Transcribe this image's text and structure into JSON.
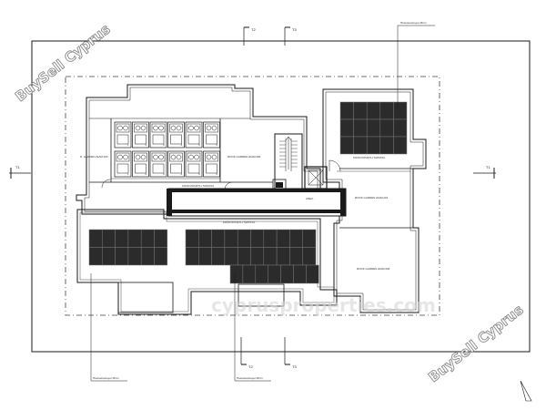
{
  "watermarks": {
    "top_left": "BuySell Cyprus",
    "bottom_right": "BuySell Cyprus",
    "center": "cyprusproperties.com"
  },
  "section_markers": {
    "left": "T1",
    "right": "T1",
    "top_a": "T2",
    "top_b": "T3",
    "bottom_a": "T2",
    "bottom_b": "T3"
  },
  "room_labels": {
    "roof_garden_left": "R. GARDEN ΔΙΑΜ.203",
    "roof_garden_mid": "ROOF GARDEN ΔΙΑΜ.200",
    "common_terrace_corridor": "ΚΟΙΝΟΧΡΗΣΤΗ ΤΑΡΑΤΣΑ",
    "common_terrace_main": "ΚΟΙΝΟΧΡΗΣΤΗ ΤΑΡΑΤΣΑ",
    "common_terrace_right": "ΚΟΙΝΟΧΡΗΣΤΗ ΤΑΡΑΤΣΑ",
    "roof_garden_201": "ROOF GARDEN ΔΙΑΜ.201",
    "roof_garden_202": "ROOF GARDEN ΔΙΑΜ.202",
    "lift_label": "ΑΝΕΛ."
  },
  "tank_numbers": [
    "1",
    "2",
    "3",
    "4",
    "5",
    "6",
    "1",
    "2",
    "3",
    "4",
    "5",
    "6"
  ],
  "callouts": {
    "top_right": "Πλακοσκαλωμα Μπετ",
    "bottom_left": "Πλακοσκαλωμα Μπετ",
    "bottom_mid": "Πλακοσκαλωμα Μπετ"
  },
  "colors": {
    "line": "#1a1a1a",
    "solar_panel": "#2b2b2b",
    "panel_grid": "#777777",
    "dashed_line": "#444444"
  }
}
